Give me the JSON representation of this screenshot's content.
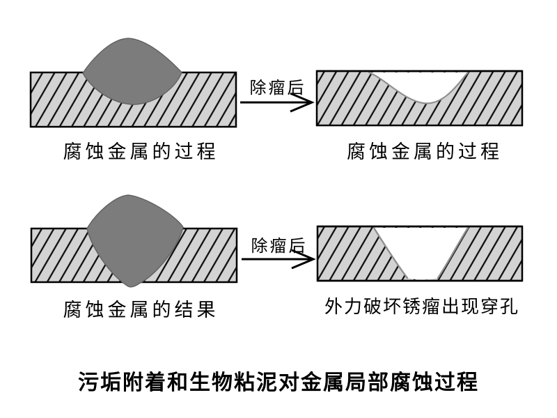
{
  "caption": "污垢附着和生物粘泥对金属局部腐蚀过程",
  "arrows": {
    "top_label": "除瘤后",
    "bottom_label": "除瘤后"
  },
  "panels": {
    "top_left_label": "腐蚀金属的过程",
    "top_right_label": "腐蚀金属的过程",
    "bottom_left_label": "腐蚀金属的结果",
    "bottom_right_label": "外力破坏锈瘤出现穿孔"
  },
  "colors": {
    "background": "#ffffff",
    "metal_fill": "#d3d3d3",
    "hatch_line": "#0d0d0d",
    "bar_border": "#000000",
    "corrosion_tumor": "#7c7c7c",
    "tumor_edge": "#636363",
    "pit_edge": "#909090",
    "arrow": "#000000",
    "text": "#000000"
  }
}
